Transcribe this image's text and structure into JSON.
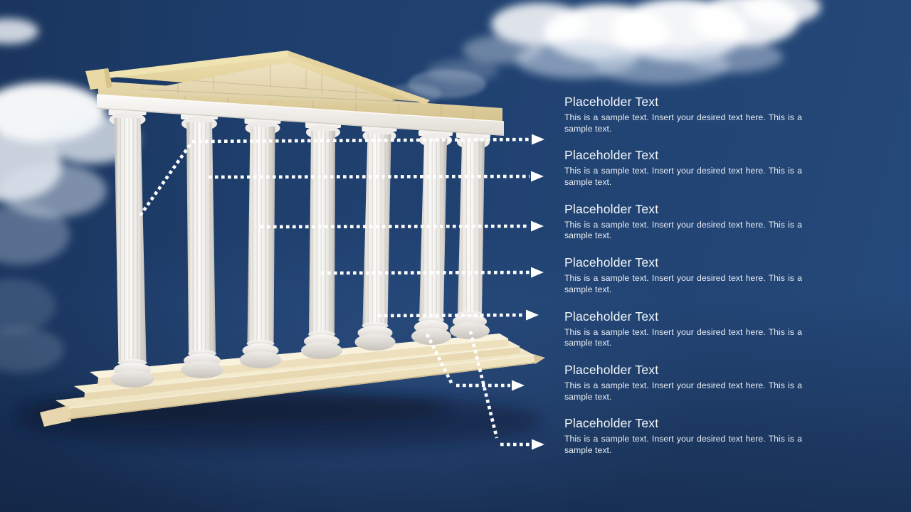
{
  "items": [
    {
      "title": "Placeholder Text",
      "body": "This is a sample text. Insert your desired text here. This is a sample text."
    },
    {
      "title": "Placeholder Text",
      "body": "This is a sample text. Insert your desired text here. This is a sample text."
    },
    {
      "title": "Placeholder Text",
      "body": "This is a sample text. Insert your desired text here. This is a sample text."
    },
    {
      "title": "Placeholder Text",
      "body": "This is a sample text. Insert your desired text here. This is a sample text."
    },
    {
      "title": "Placeholder Text",
      "body": "This is a sample text. Insert your desired text here. This is a sample text."
    },
    {
      "title": "Placeholder Text",
      "body": "This is a sample text. Insert your desired text here. This is a sample text."
    },
    {
      "title": "Placeholder Text",
      "body": "This is a sample text. Insert your desired text here. This is a sample text."
    }
  ],
  "icons": {
    "temple": "greek-temple-seven-pillars-illustration",
    "connector": "dotted-arrow-right",
    "clouds": "sky-clouds"
  },
  "colors": {
    "sky_dark": "#1c3a66",
    "sky_light": "#25497a",
    "title_text": "#f4f8fb",
    "body_text": "#e8edf3",
    "arrow": "#ffffff",
    "marble_white": "#f2efe9",
    "stone_cream": "#ead9a5"
  }
}
